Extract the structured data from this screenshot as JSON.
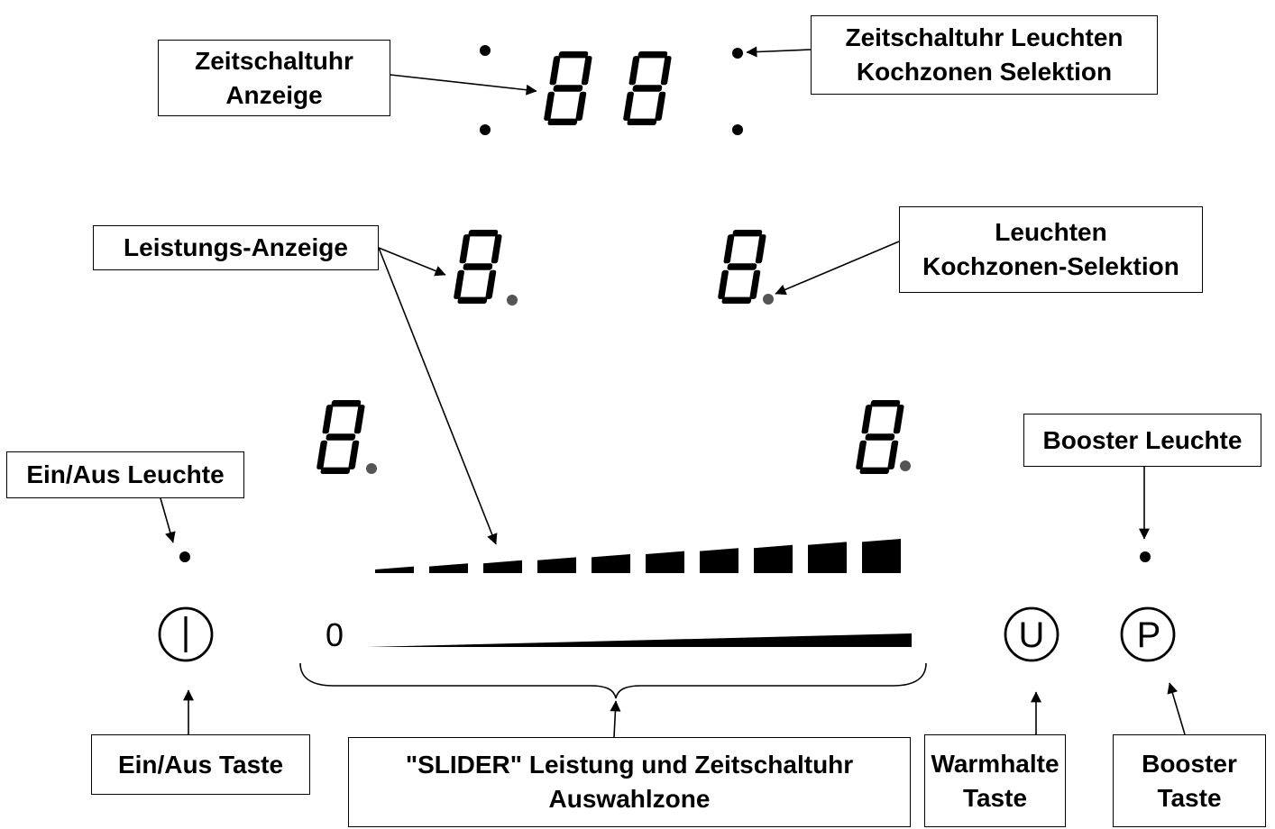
{
  "labels": {
    "timer_display": [
      "Zeitschaltuhr",
      "Anzeige"
    ],
    "timer_lights": [
      "Zeitschaltuhr Leuchten",
      "Kochzonen Selektion"
    ],
    "power_display": [
      "Leistungs-Anzeige"
    ],
    "zone_select_lights": [
      "Leuchten",
      "Kochzonen-Selektion"
    ],
    "onoff_light": [
      "Ein/Aus Leuchte"
    ],
    "booster_light": [
      "Booster Leuchte"
    ],
    "onoff_key": [
      "Ein/Aus Taste"
    ],
    "slider_zone": [
      "\"SLIDER\" Leistung und Zeitschaltuhr",
      "Auswahlzone"
    ],
    "keepwarm_key": [
      "Warmhalte",
      "Taste"
    ],
    "booster_key": [
      "Booster",
      "Taste"
    ]
  },
  "slider": {
    "start_label": "0",
    "segment_count": 10
  },
  "display": {
    "digit": "8"
  },
  "buttons": {
    "onoff_symbol": "power-symbol",
    "keepwarm_symbol": "U",
    "booster_symbol": "P"
  },
  "colors": {
    "ink": "#000000",
    "decimal_dot": "#555555",
    "background": "#ffffff"
  }
}
